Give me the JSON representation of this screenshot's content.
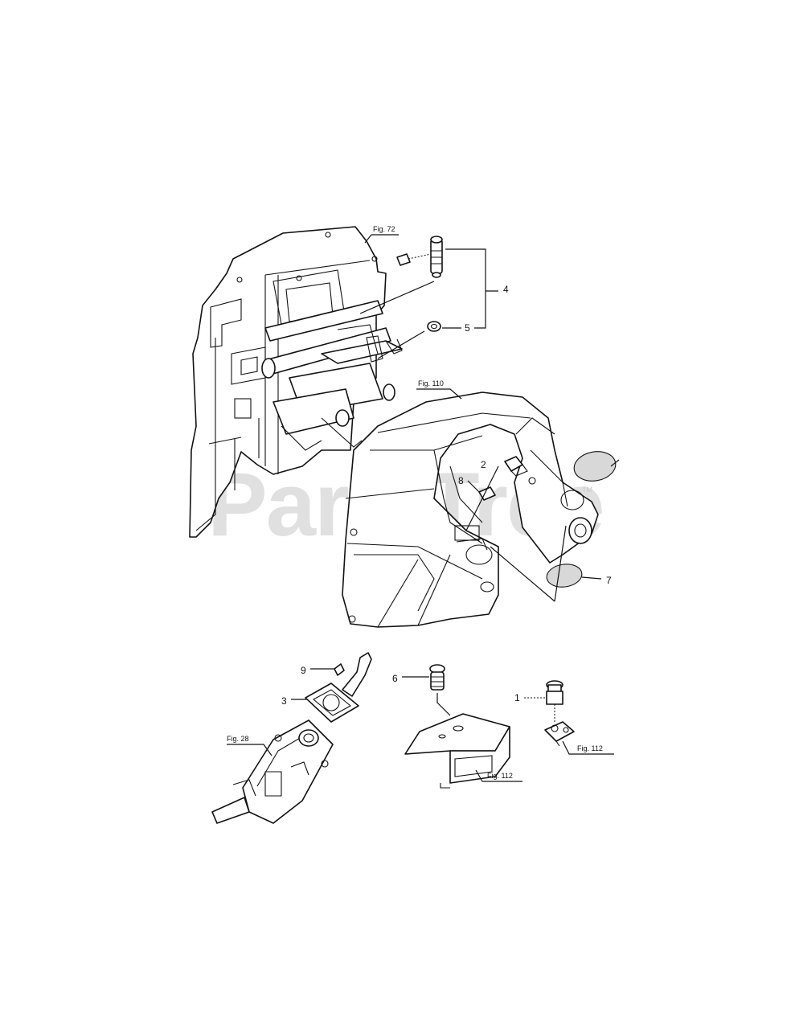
{
  "watermark": {
    "text": "PartsTree",
    "trademark": "TM"
  },
  "callouts": {
    "c1": "1",
    "c2": "2",
    "c3": "3",
    "c4": "4",
    "c5": "5",
    "c6": "6",
    "c7": "7",
    "c8": "8",
    "c9": "9"
  },
  "fig_refs": {
    "fig72": "Fig. 72",
    "fig110": "Fig. 110",
    "fig28": "Fig. 28",
    "fig112a": "Fig. 112",
    "fig112b": "Fig. 112"
  }
}
